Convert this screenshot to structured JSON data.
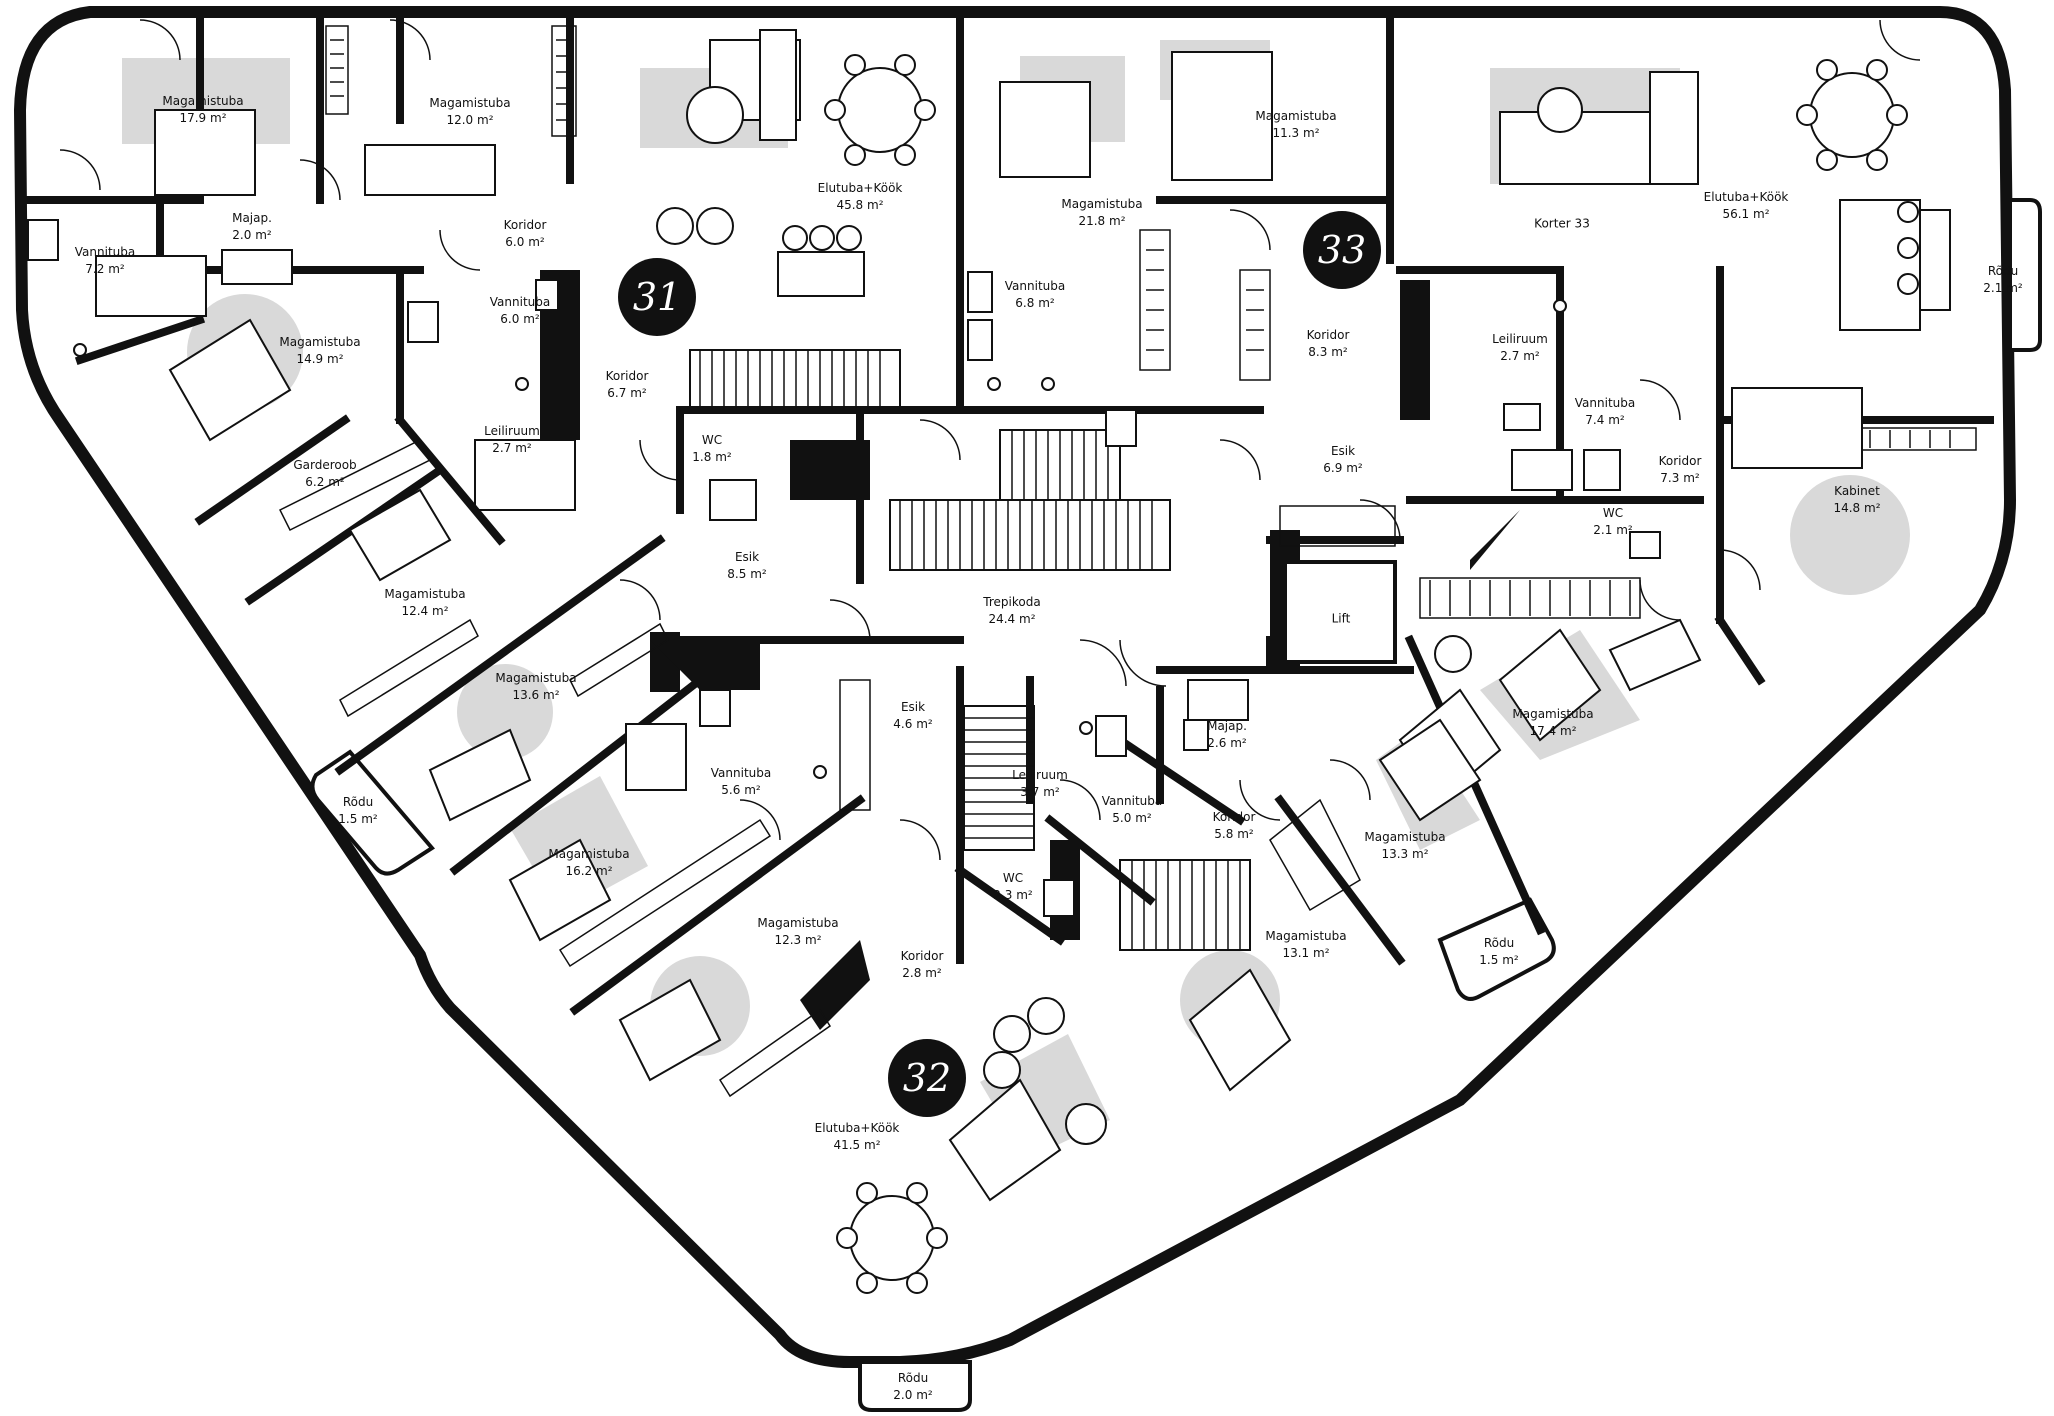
{
  "apartments": {
    "a31": "31",
    "a32": "32",
    "a33": "33"
  },
  "rooms": [
    {
      "key": "r01",
      "name": "Magamistuba",
      "area": "17.9 m²"
    },
    {
      "key": "r02",
      "name": "Magamistuba",
      "area": "12.0 m²"
    },
    {
      "key": "r03",
      "name": "Elutuba+Köök",
      "area": "45.8 m²"
    },
    {
      "key": "r04",
      "name": "Majap.",
      "area": "2.0 m²"
    },
    {
      "key": "r05",
      "name": "Koridor",
      "area": "6.0 m²"
    },
    {
      "key": "r06",
      "name": "Vannituba",
      "area": "7.2 m²"
    },
    {
      "key": "r07",
      "name": "Magamistuba",
      "area": "14.9 m²"
    },
    {
      "key": "r08",
      "name": "Vannituba",
      "area": "6.0 m²"
    },
    {
      "key": "r09",
      "name": "Koridor",
      "area": "6.7 m²"
    },
    {
      "key": "r10",
      "name": "Leiliruum",
      "area": "2.7 m²"
    },
    {
      "key": "r11",
      "name": "WC",
      "area": "1.8 m²"
    },
    {
      "key": "r12",
      "name": "Garderoob",
      "area": "6.2 m²"
    },
    {
      "key": "r13",
      "name": "Esik",
      "area": "8.5 m²"
    },
    {
      "key": "r14",
      "name": "Magamistuba",
      "area": "12.4 m²"
    },
    {
      "key": "r15",
      "name": "Magamistuba",
      "area": "13.6 m²"
    },
    {
      "key": "r16",
      "name": "Rõdu",
      "area": "1.5 m²"
    },
    {
      "key": "r17",
      "name": "Magamistuba",
      "area": "16.2 m²"
    },
    {
      "key": "r18",
      "name": "Vannituba",
      "area": "5.6 m²"
    },
    {
      "key": "r19",
      "name": "Esik",
      "area": "4.6 m²"
    },
    {
      "key": "r20",
      "name": "Magamistuba",
      "area": "12.3 m²"
    },
    {
      "key": "r21",
      "name": "Koridor",
      "area": "2.8 m²"
    },
    {
      "key": "r22",
      "name": "Elutuba+Köök",
      "area": "41.5 m²"
    },
    {
      "key": "r23",
      "name": "Rõdu",
      "area": "2.0 m²"
    },
    {
      "key": "r24",
      "name": "Trepikoda",
      "area": "24.4 m²"
    },
    {
      "key": "r25",
      "name": "Leiliruum",
      "area": "3.7 m²"
    },
    {
      "key": "r26",
      "name": "Vannituba",
      "area": "5.0 m²"
    },
    {
      "key": "r27",
      "name": "WC",
      "area": "2.3 m²"
    },
    {
      "key": "r28",
      "name": "Majap.",
      "area": "2.6 m²"
    },
    {
      "key": "r29",
      "name": "Koridor",
      "area": "5.8 m²"
    },
    {
      "key": "r30",
      "name": "Magamistuba",
      "area": "13.3 m²"
    },
    {
      "key": "r31",
      "name": "Magamistuba",
      "area": "13.1 m²"
    },
    {
      "key": "r32",
      "name": "Rõdu",
      "area": "1.5 m²"
    },
    {
      "key": "r33",
      "name": "Magamistuba",
      "area": "21.8 m²"
    },
    {
      "key": "r34",
      "name": "Magamistuba",
      "area": "11.3 m²"
    },
    {
      "key": "r35",
      "name": "Vannituba",
      "area": "6.8 m²"
    },
    {
      "key": "r36",
      "name": "Korter 33",
      "area": ""
    },
    {
      "key": "r37",
      "name": "Elutuba+Köök",
      "area": "56.1 m²"
    },
    {
      "key": "r38",
      "name": "Rõdu",
      "area": "2.1 m²"
    },
    {
      "key": "r39",
      "name": "Koridor",
      "area": "8.3 m²"
    },
    {
      "key": "r40",
      "name": "Leiliruum",
      "area": "2.7 m²"
    },
    {
      "key": "r41",
      "name": "Vannituba",
      "area": "7.4 m²"
    },
    {
      "key": "r42",
      "name": "Esik",
      "area": "6.9 m²"
    },
    {
      "key": "r43",
      "name": "Koridor",
      "area": "7.3 m²"
    },
    {
      "key": "r44",
      "name": "WC",
      "area": "2.1 m²"
    },
    {
      "key": "r45",
      "name": "Kabinet",
      "area": "14.8 m²"
    },
    {
      "key": "r46",
      "name": "Lift",
      "area": ""
    },
    {
      "key": "r47",
      "name": "Magamistuba",
      "area": "17.4 m²"
    }
  ]
}
